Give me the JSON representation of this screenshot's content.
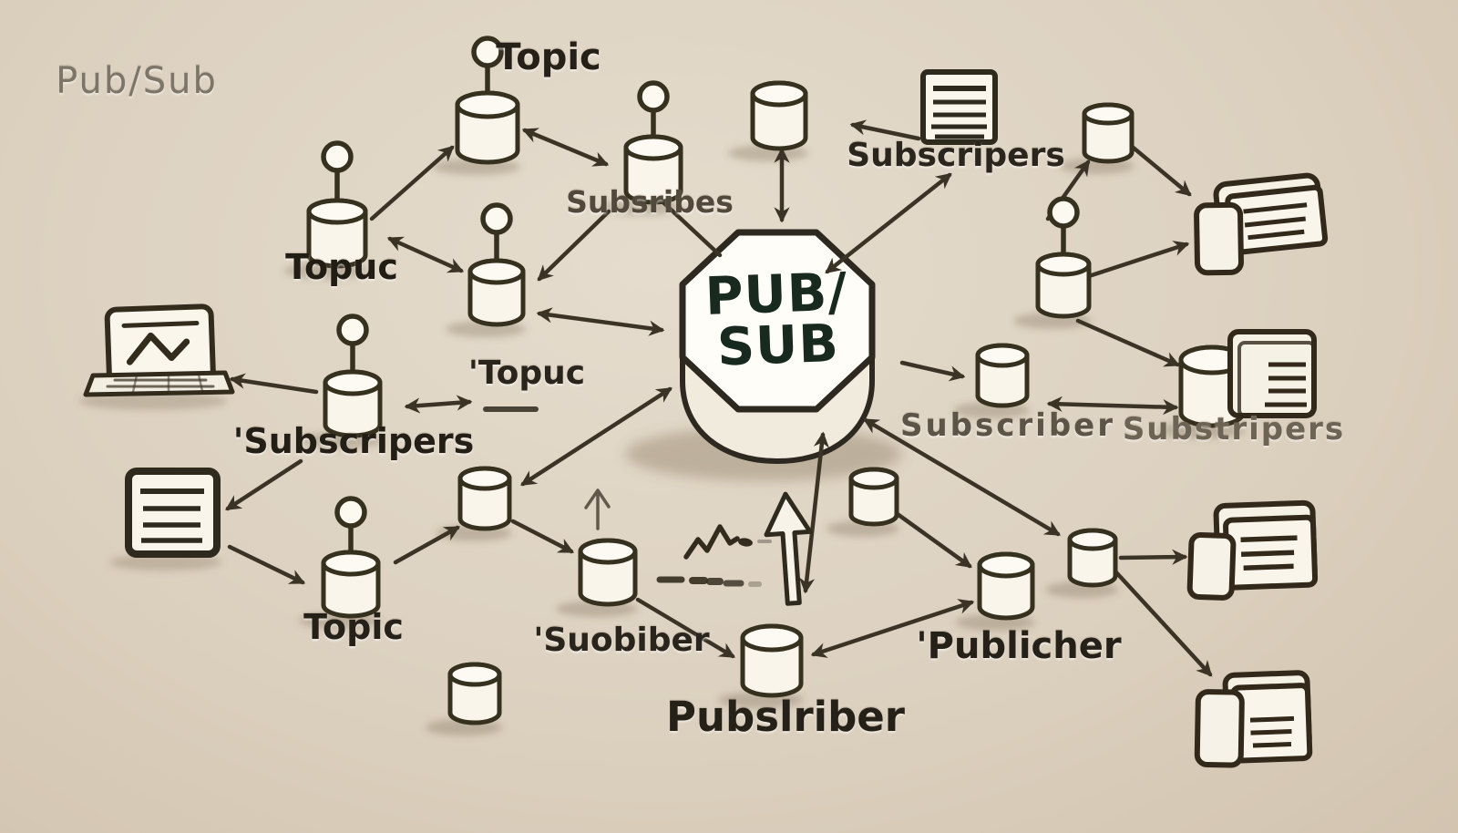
{
  "central_node": {
    "line1": "PUB/",
    "line2": "SUB"
  },
  "labels": {
    "corner_title": "Pub/Sub",
    "topic_top": "Topic",
    "subsribes": "Subsribes",
    "subscripers_top_right": "Subscripers",
    "topuc_left": "Topuc",
    "topuc_center": "'Topuc",
    "subscripers_left": "'Subscripers",
    "subscriber_right": "Subscriber",
    "substripers_far_right": "Substripers",
    "topic_bottom": "Topic",
    "suobiber_bottom": "'Suobiber",
    "pubslriber_bottom": "Pubslriber",
    "publicher_bottom_right": "'Publicher"
  },
  "icons": {
    "laptop": "laptop-chart-icon",
    "document_left": "document-icon",
    "document_top_right": "document-icon",
    "paper_tray_top_right": "paper-tray-icon",
    "database_document_right": "database-document-icon",
    "paper_tray_right": "paper-tray-icon",
    "paper_tray_bottom_right": "paper-tray-icon",
    "topic_pin_node": "map-pin-cylinder-icon",
    "queue_node": "cylinder-icon"
  },
  "colors": {
    "background": "#ddd2c1",
    "ink": "#3b3426",
    "node_fill": "#faf6ec",
    "node_stroke": "#36301f",
    "central_text": "#182a1f"
  }
}
